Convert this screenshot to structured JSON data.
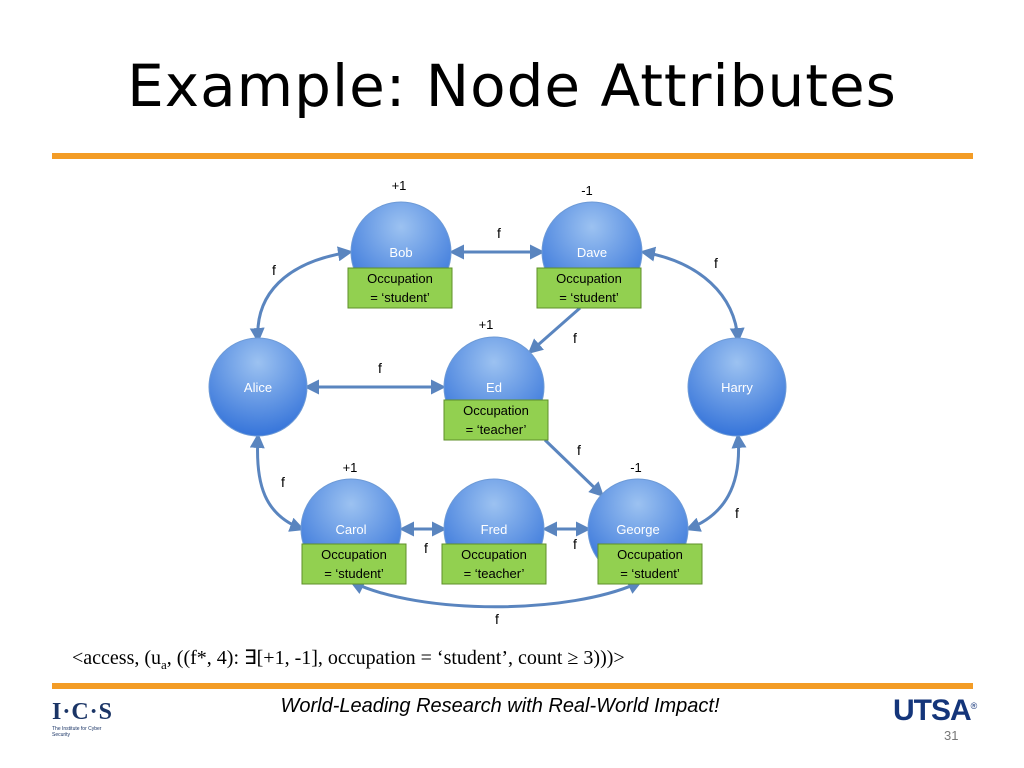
{
  "title": "Example: Node Attributes",
  "nodes": [
    {
      "id": "bob",
      "name": "Bob",
      "occupation": [
        "Occupation",
        "= ‘student’"
      ],
      "score": "+1"
    },
    {
      "id": "dave",
      "name": "Dave",
      "occupation": [
        "Occupation",
        "= ‘student’"
      ],
      "score": "-1"
    },
    {
      "id": "alice",
      "name": "Alice",
      "occupation": null,
      "score": null
    },
    {
      "id": "ed",
      "name": "Ed",
      "occupation": [
        "Occupation",
        "= ‘teacher’"
      ],
      "score": "+1"
    },
    {
      "id": "harry",
      "name": "Harry",
      "occupation": null,
      "score": null
    },
    {
      "id": "carol",
      "name": "Carol",
      "occupation": [
        "Occupation",
        "= ‘student’"
      ],
      "score": "+1"
    },
    {
      "id": "fred",
      "name": "Fred",
      "occupation": [
        "Occupation",
        "= ‘teacher’"
      ],
      "score": null
    },
    {
      "id": "george",
      "name": "George",
      "occupation": [
        "Occupation",
        "= ‘student’"
      ],
      "score": "-1"
    }
  ],
  "edges": [
    {
      "from": "bob",
      "to": "dave",
      "label": "f",
      "directed": false
    },
    {
      "from": "bob",
      "to": "alice",
      "label": "f",
      "directed": false
    },
    {
      "from": "dave",
      "to": "harry",
      "label": "f",
      "directed": false
    },
    {
      "from": "dave",
      "to": "ed",
      "label": "f",
      "directed": true
    },
    {
      "from": "alice",
      "to": "ed",
      "label": "f",
      "directed": false
    },
    {
      "from": "ed",
      "to": "george",
      "label": "f",
      "directed": true
    },
    {
      "from": "alice",
      "to": "carol",
      "label": "f",
      "directed": false
    },
    {
      "from": "harry",
      "to": "george",
      "label": "f",
      "directed": false
    },
    {
      "from": "carol",
      "to": "fred",
      "label": "f",
      "directed": false
    },
    {
      "from": "fred",
      "to": "george",
      "label": "f",
      "directed": false
    },
    {
      "from": "carol",
      "to": "george",
      "label": "f",
      "directed": false
    }
  ],
  "policy": {
    "prefix": "<access, (u",
    "subscript": "a",
    "suffix": ", ((f*, 4): ∃[+1, -1], occupation = ‘student’, count ≥ 3)))>"
  },
  "footer": {
    "tagline": "World-Leading Research with Real-World Impact!",
    "left_logo_mark": "I·C·S",
    "left_logo_sub": "The Institute for Cyber Security",
    "right_logo": "UTSA",
    "right_logo_mark": "®",
    "page_number": "31"
  },
  "colors": {
    "accent_rule": "#F39C26",
    "node_fill_top": "#9cc2f1",
    "node_fill_bottom": "#2f6fd8",
    "edge": "#5a85bf",
    "attr_fill": "#92d050",
    "attr_border": "#5f8f2a"
  }
}
